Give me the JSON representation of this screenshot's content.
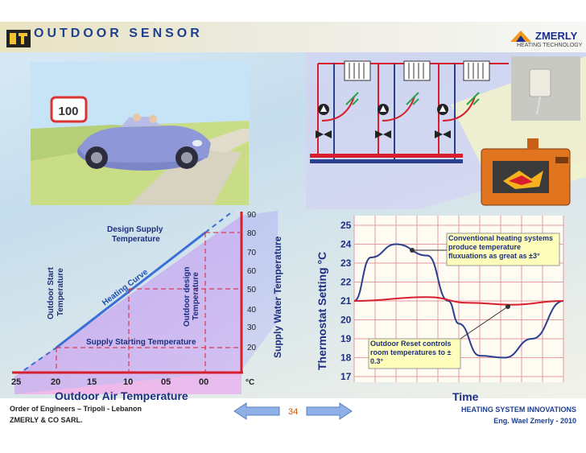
{
  "header": {
    "title": "OUTDOOR SENSOR",
    "brand_name": "ZMERLY",
    "brand_tagline": "HEATING TECHNOLOGY"
  },
  "scene": {
    "speed_sign": "100"
  },
  "reset_chart": {
    "y_ticks": [
      "90",
      "80",
      "70",
      "60",
      "50",
      "40",
      "30",
      "20"
    ],
    "y_unit": "°C",
    "x_ticks": [
      "25",
      "20",
      "15",
      "10",
      "05",
      "00"
    ],
    "x_label": "Outdoor Air Temperature",
    "y_label": "Supply Water Temperature",
    "label_design_supply": [
      "Design Supply",
      "Temperature"
    ],
    "label_outdoor_start": [
      "Outdoor Start",
      "Temperature"
    ],
    "label_outdoor_design": [
      "Outdoor design",
      "Temperature"
    ],
    "label_heating_curve": "Heating Curve",
    "label_supply_start": "Supply Starting Temperature"
  },
  "chart_data": {
    "type": "line",
    "x_label": "Time",
    "y_label": "Thermostat Setting °C",
    "ylim": [
      17,
      25
    ],
    "y_ticks": [
      "25",
      "24",
      "23",
      "22",
      "21",
      "20",
      "19",
      "18",
      "17"
    ],
    "grid": true,
    "series": [
      {
        "color": "#2b3f8f",
        "points": [
          [
            0,
            21
          ],
          [
            0.08,
            23.3
          ],
          [
            0.2,
            24
          ],
          [
            0.35,
            23.4
          ],
          [
            0.45,
            21
          ],
          [
            0.5,
            19.8
          ],
          [
            0.6,
            18.1
          ],
          [
            0.72,
            18
          ],
          [
            0.85,
            19
          ],
          [
            1,
            21
          ]
        ]
      },
      {
        "color": "#d81e2d",
        "points": [
          [
            0,
            21
          ],
          [
            0.35,
            21.2
          ],
          [
            0.55,
            20.9
          ],
          [
            0.75,
            20.8
          ],
          [
            1,
            21
          ]
        ]
      }
    ],
    "annotations": [
      "Conventional heating systems produce temperature fluxuations as great as ±3°",
      "Outdoor Reset controls room temperatures to ± 0.3°"
    ]
  },
  "footer": {
    "left_line1": "Order of Engineers – Tripoli - Lebanon",
    "left_line2": "ZMERLY & CO SARL.",
    "right_line1": "HEATING SYSTEM  INNOVATIONS",
    "right_line2": "Eng. Wael Zmerly - 2010",
    "page_number": "34"
  }
}
